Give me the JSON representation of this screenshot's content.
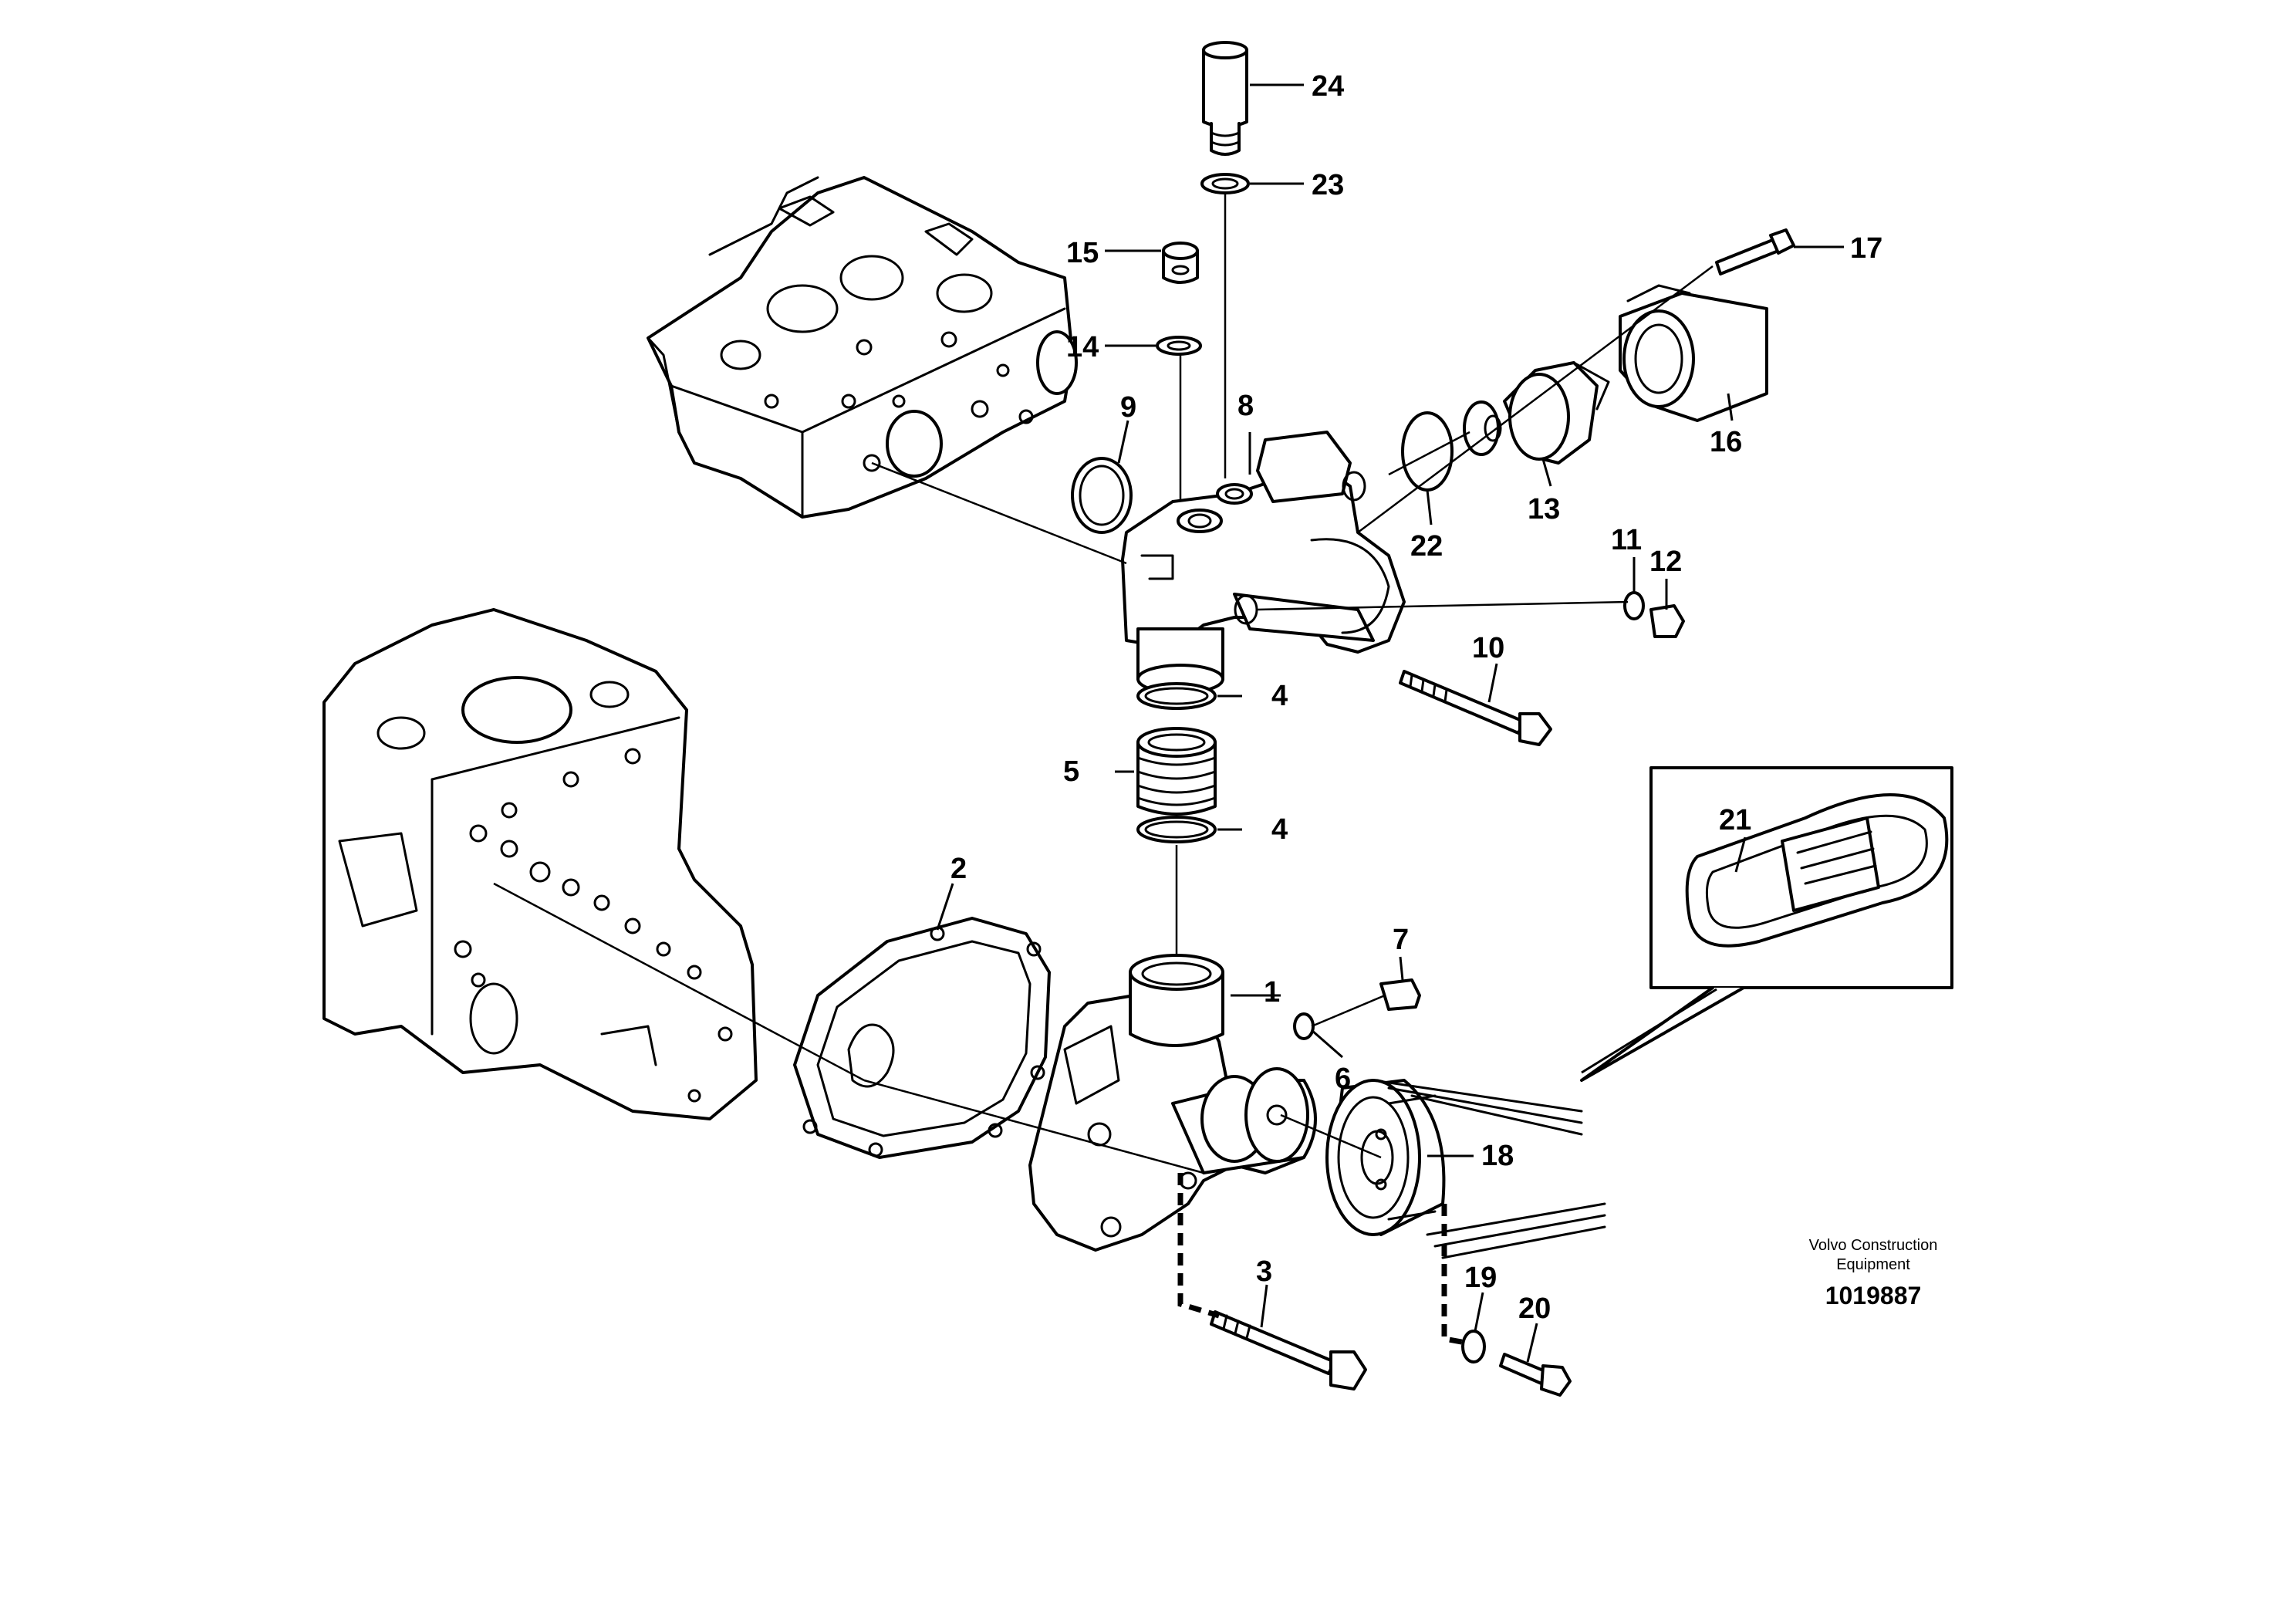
{
  "labels": {
    "p1": "1",
    "p2": "2",
    "p3": "3",
    "p4a": "4",
    "p4b": "4",
    "p5": "5",
    "p6": "6",
    "p7": "7",
    "p8": "8",
    "p9": "9",
    "p10": "10",
    "p11": "11",
    "p12": "12",
    "p13": "13",
    "p14": "14",
    "p15": "15",
    "p16": "16",
    "p17": "17",
    "p18": "18",
    "p19": "19",
    "p20": "20",
    "p21": "21",
    "p22": "22",
    "p23": "23",
    "p24": "24"
  },
  "caption": {
    "line1": "Volvo Construction",
    "line2": "Equipment",
    "id": "1019887"
  },
  "colors": {
    "line": "#000000",
    "background": "#ffffff"
  }
}
